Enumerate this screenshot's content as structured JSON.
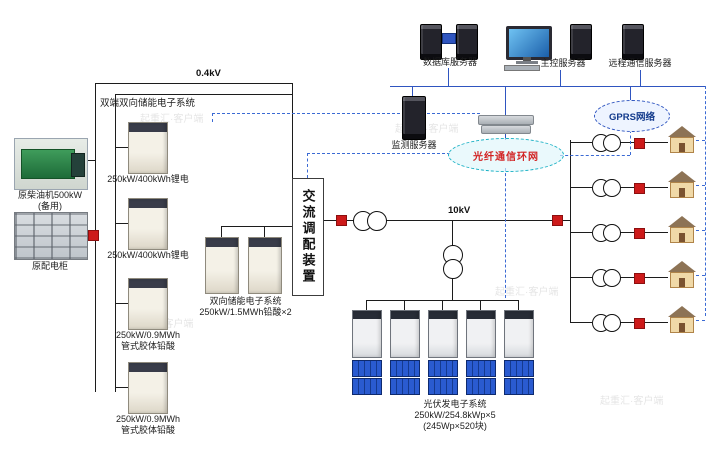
{
  "watermark": {
    "text": "起重汇·客户端"
  },
  "network": {
    "db_server": "数据库服务器",
    "main_server": "主控服务器",
    "remote_server": "远程通信服务器",
    "monitor_server": "监测服务器",
    "gprs": "GPRS网络",
    "fiber_ring": "光纤通信环网"
  },
  "voltage": {
    "lv": "0.4kV",
    "mv": "10kV"
  },
  "left": {
    "storage_title": "双端双向储能电子系统",
    "diesel_label1": "原柴油机500kW",
    "diesel_label2": "(备用)",
    "dist_cabinet": "原配电柜",
    "battery1": "250kW/400kWh锂电",
    "battery2": "250kW/400kWh锂电",
    "battery3_line1": "250kW/0.9MWh",
    "battery3_line2": "管式胶体铅酸",
    "battery4_line1": "250kW/0.9MWh",
    "battery4_line2": "管式胶体铅酸"
  },
  "mid": {
    "line1": "双向储能电子系统",
    "line2": "250kW/1.5MWh铅酸×2"
  },
  "ac_device": {
    "label": "交流调配装置"
  },
  "pv": {
    "line1": "光伏发电子系统",
    "line2": "250kW/254.8kWp×5",
    "line3": "(245Wp×520块)"
  }
}
